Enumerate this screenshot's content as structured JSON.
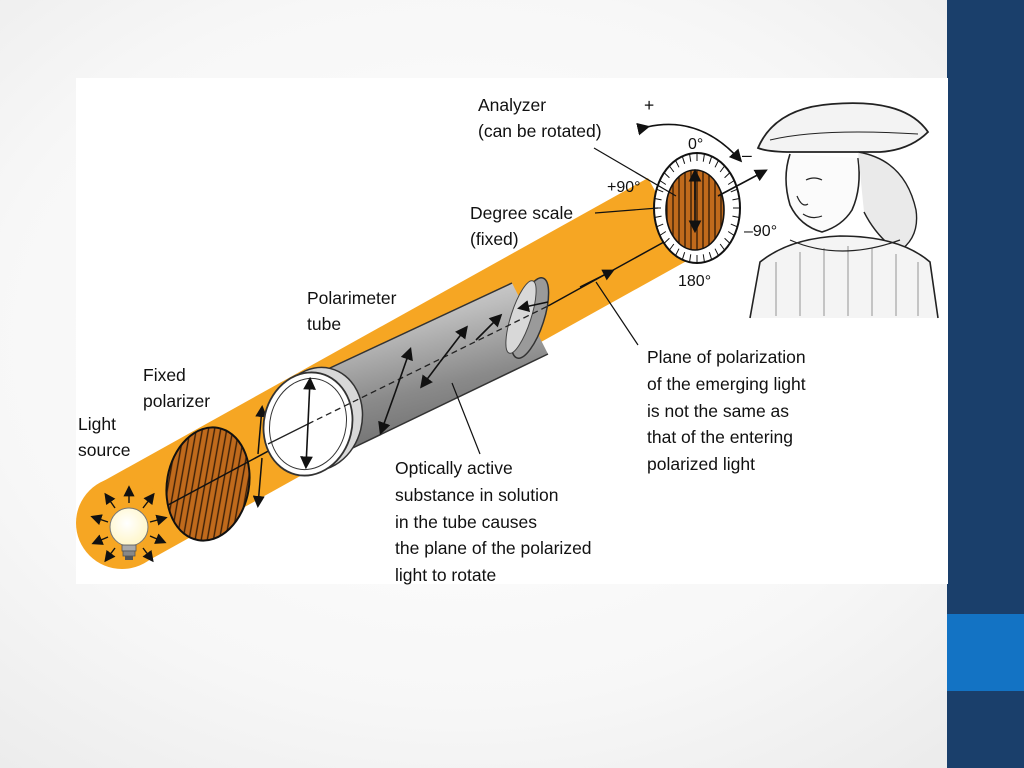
{
  "labels": {
    "analyzer": [
      "Analyzer",
      "(can be rotated)"
    ],
    "plus_sign": "+",
    "minus_sign": "–",
    "deg_0": "0°",
    "deg_plus90": "+90°",
    "deg_minus90": "–90°",
    "deg_180": "180°",
    "degree_scale": [
      "Degree scale",
      "(fixed)"
    ],
    "polarimeter_tube": [
      "Polarimeter",
      "tube"
    ],
    "fixed_polarizer": [
      "Fixed",
      "polarizer"
    ],
    "light_source": [
      "Light",
      "source"
    ],
    "plane_of_polarization": [
      "Plane of polarization",
      "of the emerging light",
      "is not the same as",
      "that of the entering",
      "polarized light"
    ],
    "optically_active": [
      "Optically active",
      "substance in solution",
      "in the tube causes",
      "the plane of the polarized",
      "light to rotate"
    ]
  },
  "colors": {
    "beam": "#f6a623",
    "tube": "#a8a8a8",
    "sidebar": "#1a3f6b",
    "sidebar_accent": "#1373c4",
    "polarizer": "#b5651d"
  }
}
